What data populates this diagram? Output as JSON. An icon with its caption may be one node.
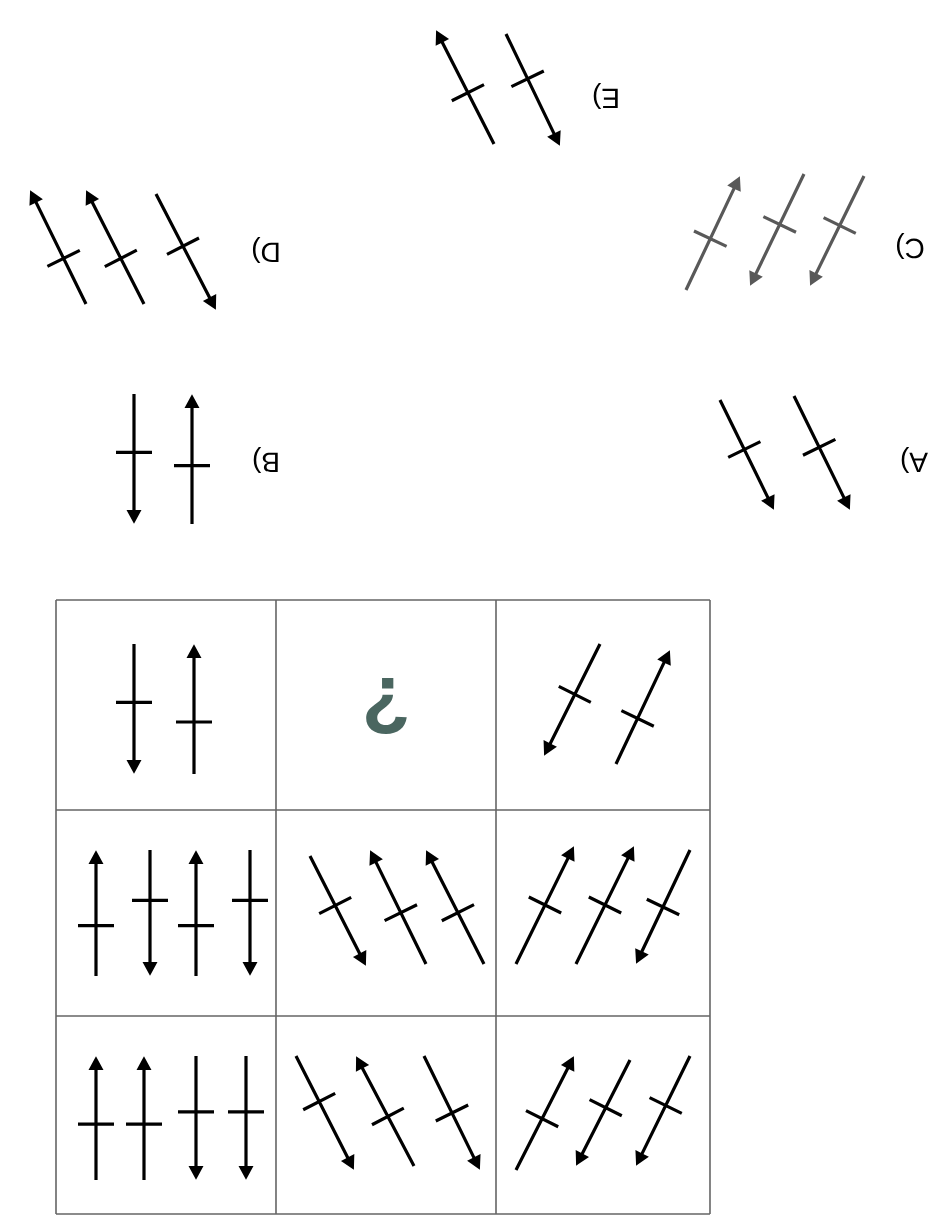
{
  "diagram": {
    "labels": [
      "A)",
      "B)",
      "C)",
      "D)",
      "E)",
      "?"
    ]
  }
}
